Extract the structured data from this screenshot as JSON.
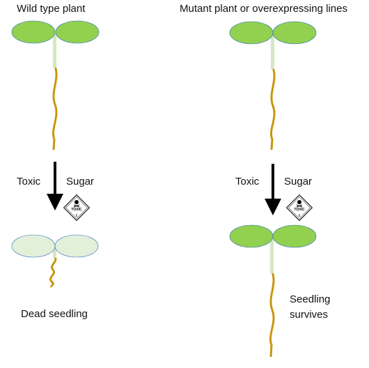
{
  "left": {
    "title": "Wild type plant",
    "treatment_left": "Toxic",
    "treatment_right": "Sugar",
    "hazard_sign_text": "TOXIC",
    "hazard_sign_class": "6",
    "outcome": "Dead seedling"
  },
  "right": {
    "title": "Mutant plant or overexpressing lines",
    "treatment_left": "Toxic",
    "treatment_right": "Sugar",
    "hazard_sign_text": "TOXIC",
    "hazard_sign_class": "6",
    "outcome_line1": "Seedling",
    "outcome_line2": "survives"
  },
  "colors": {
    "healthy_leaf": "#92d050",
    "dead_leaf": "#e2efd9",
    "leaf_outline": "#2f6eba",
    "stem": "#d6e8bf",
    "root": "#c8960c",
    "arrow": "#000000"
  }
}
